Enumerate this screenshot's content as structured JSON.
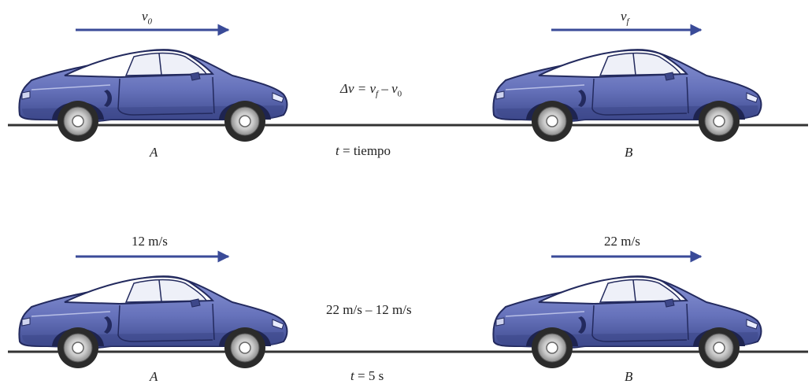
{
  "top": {
    "velocity_a": "v",
    "velocity_a_sub": "0",
    "velocity_b": "v",
    "velocity_b_sub": "f",
    "formula_prefix": "Δv = v",
    "formula_sub_f": "f",
    "formula_mid": " – v",
    "formula_sub_0": "0",
    "label_a": "A",
    "label_b": "B",
    "time_var": "t",
    "time_rest": " = tiempo"
  },
  "bottom": {
    "velocity_a": "12 m/s",
    "velocity_b": "22 m/s",
    "difference": "22 m/s – 12 m/s",
    "label_a": "A",
    "label_b": "B",
    "time_var": "t",
    "time_rest": " = 5 s"
  },
  "colors": {
    "arrow": "#3a4b98",
    "car_body": "#6a77bf",
    "car_dark": "#2e3770",
    "ground": "#333333"
  }
}
